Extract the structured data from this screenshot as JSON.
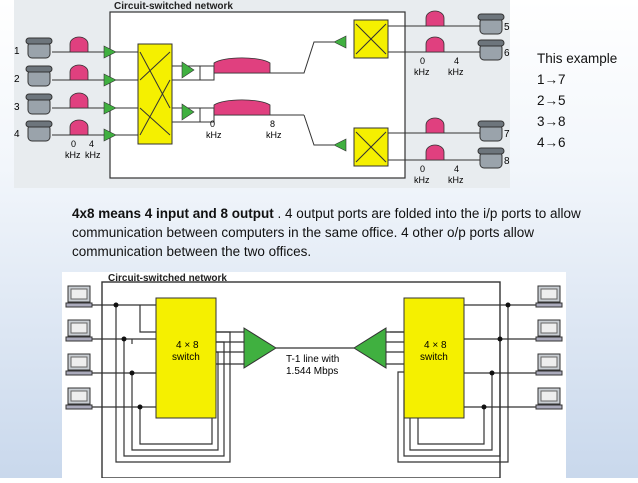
{
  "top_diagram": {
    "title": "Circuit-switched network",
    "left_ports": [
      "1",
      "2",
      "3",
      "4"
    ],
    "right_ports": [
      "5",
      "6",
      "7",
      "8"
    ],
    "freq_left": {
      "a": "0",
      "b": "4",
      "unit": "kHz"
    },
    "freq_mid": {
      "a": "0",
      "b": "8",
      "unit": "kHz"
    },
    "freq_right_top": {
      "a": "0",
      "b": "4",
      "unit": "kHz"
    },
    "freq_right_bottom": {
      "a": "0",
      "b": "4",
      "unit": "kHz"
    },
    "colors": {
      "switch": "#f5f000",
      "filter": "#e0407f",
      "amp": "#40b040"
    }
  },
  "side_note": {
    "heading": "This example",
    "lines": [
      "1→7",
      "2→5",
      "3→8",
      "4→6"
    ]
  },
  "caption": {
    "bold": "4x8 means 4 input and 8 output",
    "rest": " . 4 output ports are folded into the i/p ports to allow communication between computers in the same office. 4 other o/p ports allow  communication between the two offices."
  },
  "bottom_diagram": {
    "title": "Circuit-switched network",
    "left_switch": "4 × 8",
    "left_switch_sub": "switch",
    "right_switch": "4 × 8",
    "right_switch_sub": "switch",
    "line_label_1": "T-1 line with",
    "line_label_2": "1.544 Mbps"
  }
}
